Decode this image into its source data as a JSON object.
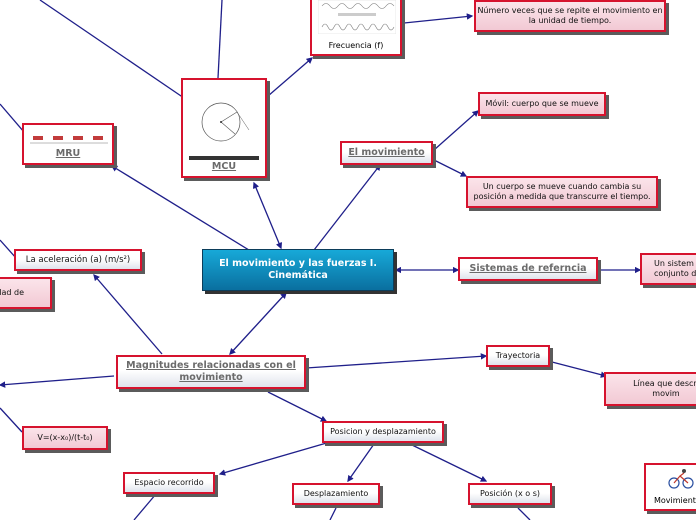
{
  "central": "El movimiento y las fuerzas I. Cinemática",
  "nodes": {
    "frecuencia_def": "Número veces que se repite el movimiento en la unidad de tiempo.",
    "frecuencia": "Frecuencia (f)",
    "mcu": "MCU",
    "mru": "MRU",
    "movil": "Móvil: cuerpo que se mueve",
    "el_movimiento": "El movimiento",
    "mov_def": "Un cuerpo se mueve cuando cambia su posición a medida que transcurre el tiempo.",
    "sistemas": "Sistemas de referncia",
    "sistema_def": "Un sistem conjunto de",
    "aceleracion": "La aceleración (a) (m/s²)",
    "unidad": "idad de",
    "magnitudes": "Magnitudes  relacionadas con el movimiento",
    "trayectoria": "Trayectoria",
    "linea": "Línea que descri movim",
    "velocidad_formula": "V=(x-x₀)/(t-t₀)",
    "posicion_desp": "Posicion y desplazamiento",
    "espacio": "Espacio recorrido",
    "desplazamiento": "Desplazamiento",
    "posicion": "Posición (x o s)",
    "movimiento_img": "Movimiento"
  },
  "icons": [
    "frequency-wave-thumbnail",
    "circular-motion-thumbnail",
    "cars-timeline-thumbnail",
    "cyclist-thumbnail"
  ],
  "colors": {
    "border": "#d6132e",
    "line": "#1f1f8a",
    "central_fill": "#0f8fc4",
    "shadow": "#5b5b5b"
  }
}
